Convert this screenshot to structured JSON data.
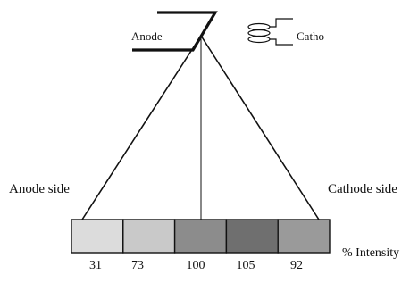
{
  "labels": {
    "anode": "Anode",
    "cathode": "Catho",
    "anode_side": "Anode side",
    "cathode_side": "Cathode  side",
    "intensity_unit": "% Intensity"
  },
  "segments": [
    {
      "value": "31",
      "fill": "#dcdcdc"
    },
    {
      "value": "73",
      "fill": "#c9c9c9"
    },
    {
      "value": "100",
      "fill": "#8c8c8c"
    },
    {
      "value": "105",
      "fill": "#6f6f6f"
    },
    {
      "value": "92",
      "fill": "#9a9a9a"
    }
  ],
  "colors": {
    "stroke": "#111111"
  }
}
